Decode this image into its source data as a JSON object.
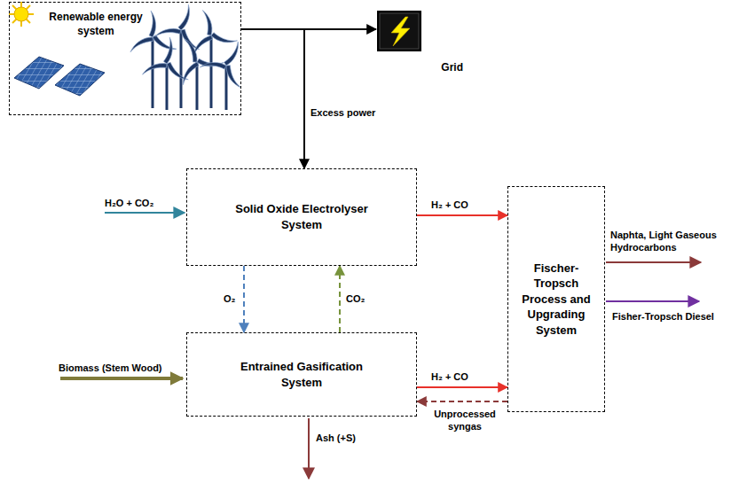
{
  "diagram": {
    "nodes": [
      {
        "text": [
          "Renewable energy system"
        ]
      },
      {
        "text": [
          "Grid"
        ]
      },
      {
        "text": [
          "Solid Oxide Electrolyser System"
        ]
      },
      {
        "text": [
          "Entrained Gasification System"
        ]
      },
      {
        "text": [
          "Fischer-Tropsch Process and Upgrading System"
        ]
      }
    ],
    "edges": [
      {
        "from": 0,
        "to": 1,
        "arrow": "to"
      },
      {
        "from": 0,
        "to": 2,
        "label": "Excess power",
        "arrow": "to"
      },
      {
        "from": 2,
        "to": 4,
        "label": "H₂ + CO",
        "arrow": "to"
      },
      {
        "from": 3,
        "to": 4,
        "label": "H₂ + CO",
        "arrow": "to"
      },
      {
        "from": 2,
        "to": 3,
        "label": "O₂",
        "arrow": "to"
      },
      {
        "from": 3,
        "to": 2,
        "label": "CO₂",
        "arrow": "to"
      },
      {
        "from": 4,
        "to": 3,
        "label": "Unprocessed syngas",
        "arrow": "to"
      }
    ],
    "labels": [
      "H₂O + CO₂",
      "Biomass (Stem Wood)",
      "Ash (+S)",
      "Naphta, Light Gaseous Hydrocarbons",
      "Fisher-Tropsch Diesel"
    ]
  }
}
